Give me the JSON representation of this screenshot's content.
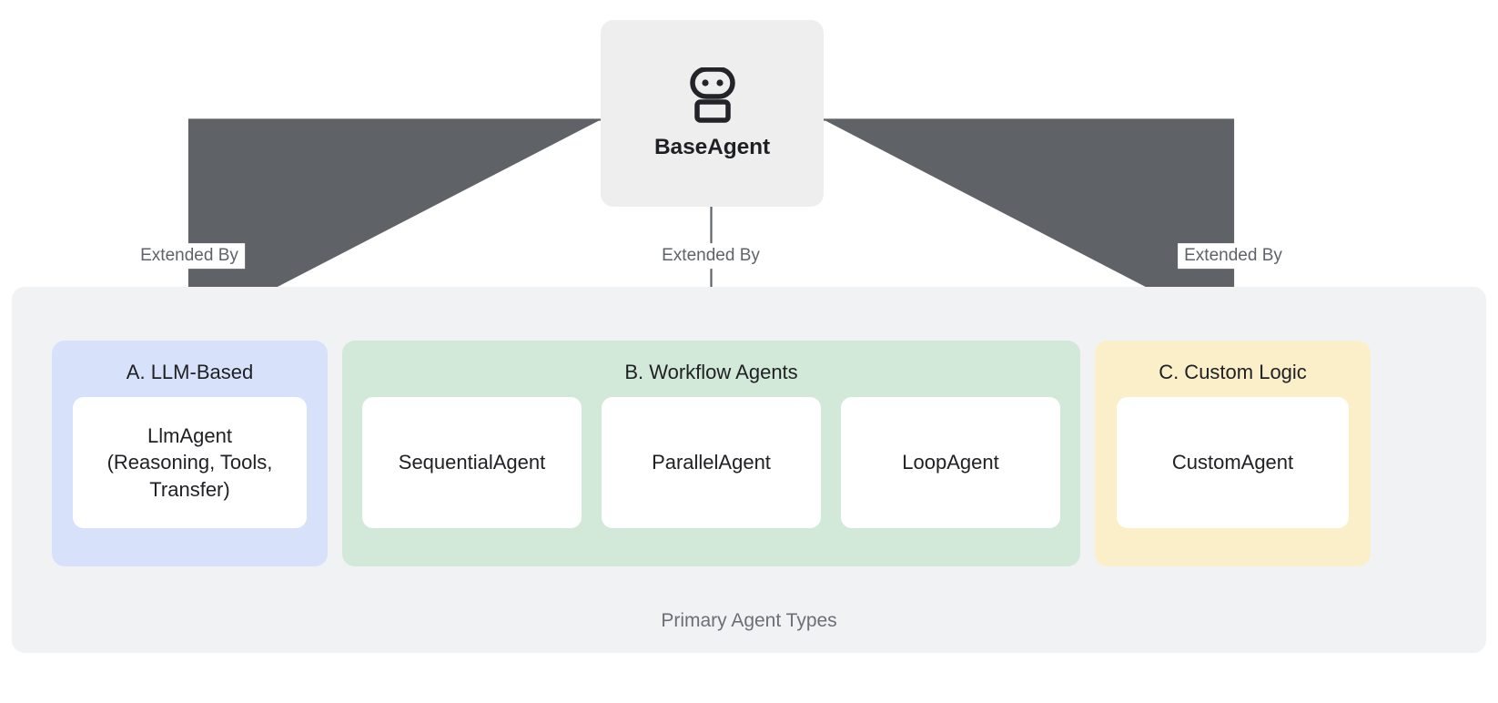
{
  "diagram": {
    "root": {
      "label": "BaseAgent",
      "icon": "robot-icon",
      "bg_color": "#eeeeee",
      "text_color": "#1f2023"
    },
    "edges": [
      {
        "label": "Extended By",
        "target": "A. LLM-Based"
      },
      {
        "label": "Extended By",
        "target": "B. Workflow Agents"
      },
      {
        "label": "Extended By",
        "target": "C. Custom Logic"
      }
    ],
    "edge_color": "#5f6368",
    "group": {
      "label": "Primary Agent Types",
      "bg_color": "#f1f2f4",
      "label_color": "#6b6f76"
    },
    "panels": [
      {
        "id": "a",
        "title": "A. LLM-Based",
        "bg_color": "#d7e1f9",
        "children": [
          {
            "label": "LlmAgent\n(Reasoning, Tools,\nTransfer)"
          }
        ]
      },
      {
        "id": "b",
        "title": "B. Workflow Agents",
        "bg_color": "#d2e8d9",
        "children": [
          {
            "label": "SequentialAgent"
          },
          {
            "label": "ParallelAgent"
          },
          {
            "label": "LoopAgent"
          }
        ]
      },
      {
        "id": "c",
        "title": "C. Custom Logic",
        "bg_color": "#fbefc9",
        "children": [
          {
            "label": "CustomAgent"
          }
        ]
      }
    ]
  }
}
